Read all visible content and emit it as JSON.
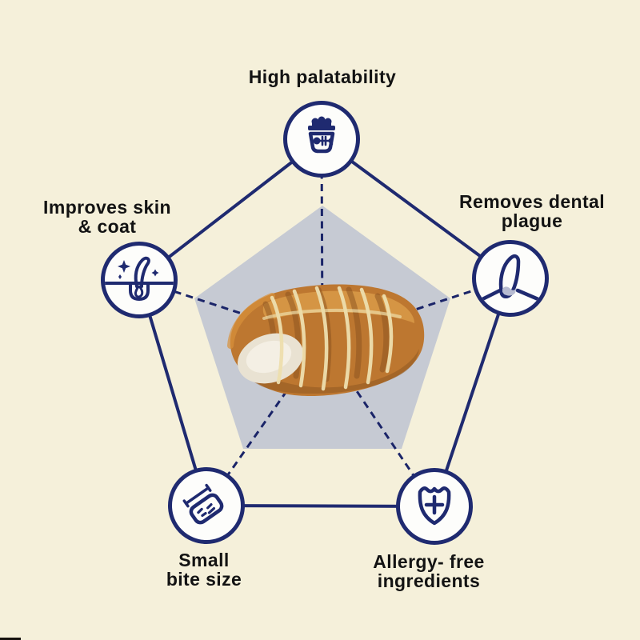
{
  "title": "Pet treat benefits pentagon infographic",
  "colors": {
    "background": "#f5f0da",
    "accent_navy": "#1f2a70",
    "pentagon_fill": "#c6cad3",
    "text": "#131313",
    "tooth_plaque_fill": "#b7bbd1"
  },
  "diagram": {
    "type": "pentagon-radar-infographic",
    "center_image_alt": "Chicken-wrapped dental chew treat photo",
    "nodes": {
      "top": {
        "name": "high-palatability",
        "line1": "High palatability",
        "line2": "",
        "icon": "pet-food-bowl-icon"
      },
      "left": {
        "name": "improves-skin-coat",
        "line1": "Improves skin",
        "line2": "& coat",
        "icon": "hair-follicle-icon"
      },
      "right": {
        "name": "removes-dental-plague",
        "line1": "Removes dental",
        "line2": "plague",
        "icon": "dog-tooth-icon"
      },
      "bottom_left": {
        "name": "small-bite-size",
        "line1": "Small",
        "line2": "bite size",
        "icon": "treat-size-icon"
      },
      "bottom_right": {
        "name": "allergy-free",
        "line1": "Allergy- free",
        "line2": "ingredients",
        "icon": "shield-plus-icon"
      }
    }
  }
}
